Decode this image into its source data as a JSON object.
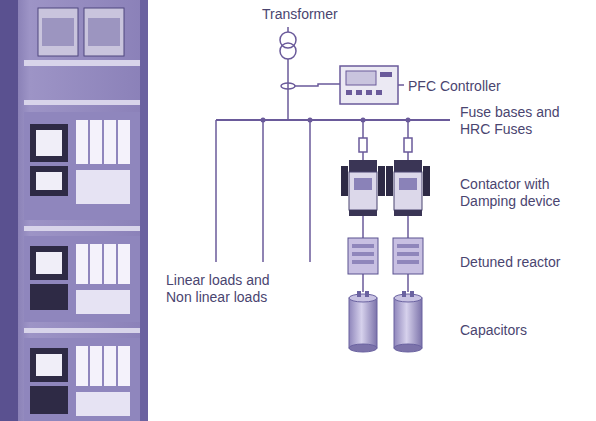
{
  "diagram": {
    "labels": [
      "Transformer",
      "PFC Controller",
      "Fuse bases and HRC Fuses",
      "Contactor with Damping device",
      "Detuned reactor",
      "Capacitors",
      "Linear loads and Non linear loads"
    ]
  }
}
